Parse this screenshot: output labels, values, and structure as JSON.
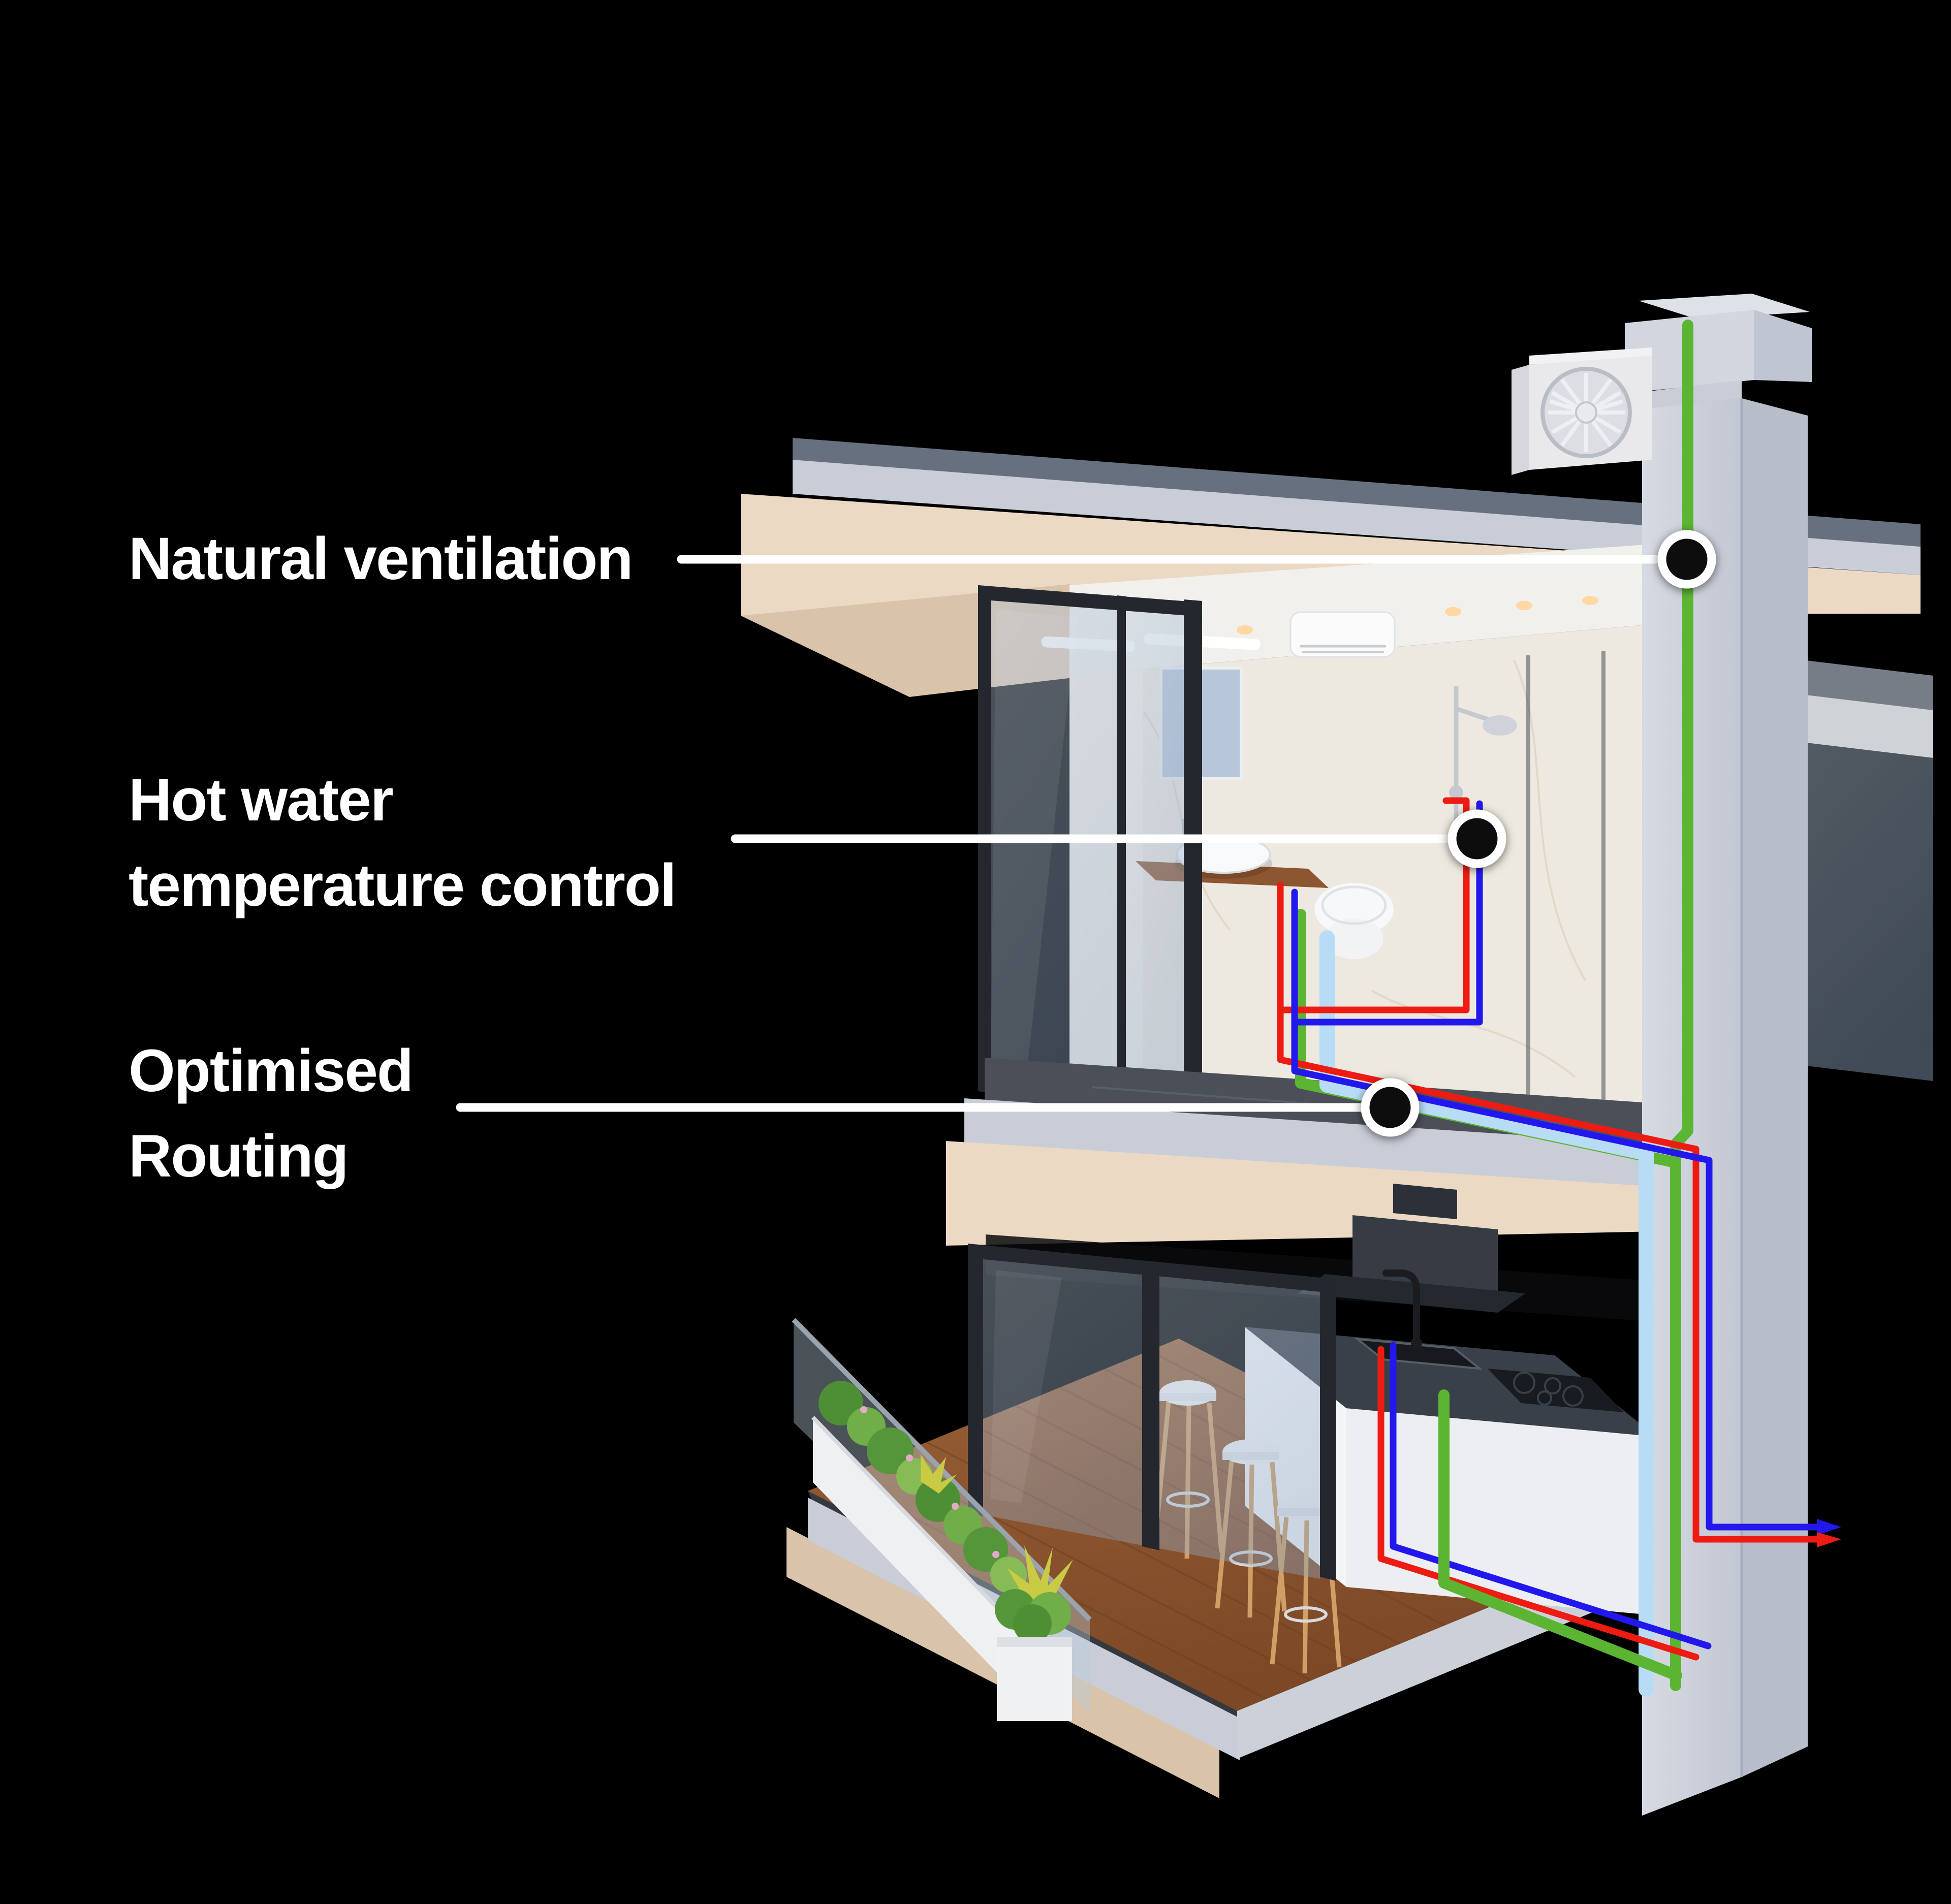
{
  "figure": {
    "alt": "Cutaway 3D rendering of a two-storey building on a black background showing an upstairs bathroom, a downstairs kitchen with balcony, a rooftop AC condenser unit and coloured service pipes (green, red, blue, light blue) routed through a concrete service column."
  },
  "annotations": [
    {
      "id": "natural-ventilation",
      "lines": [
        "Natural ventilation"
      ]
    },
    {
      "id": "hot-water-temperature-control",
      "lines": [
        "Hot water",
        "temperature control"
      ]
    },
    {
      "id": "optimised-routing",
      "lines": [
        "Optimised",
        "Routing"
      ]
    }
  ],
  "icons": [
    {
      "name": "fan-icon",
      "meaning": "outdoor AC condenser fan"
    },
    {
      "name": "callout-dot",
      "meaning": "hotspot marker"
    }
  ],
  "colors": {
    "background": "#000000",
    "label_text": "#ffffff",
    "callout_line": "#ffffff",
    "dot_fill": "#0c0c0c",
    "dot_ring": "#ffffff",
    "pipe_green": "#5cb532",
    "pipe_red": "#ee1b12",
    "pipe_blue": "#2218ee",
    "pipe_drain": "#b8dcf6",
    "concrete": "#c9cdd8",
    "concrete_side": "#b5bbc8",
    "concrete_dark": "#67707f",
    "cream": "#ecd9c4",
    "cream_dark": "#d9c3ab",
    "marble": "#eee9e0",
    "marble_light": "#f5f0e9",
    "glass": "#8fa6c2",
    "frame": "#24272d",
    "wood": "#8d5530",
    "wood_light": "#a86c3e",
    "island_top": "#394049",
    "white_fix": "#f4f6f8",
    "steel": "#c6cad1",
    "plant": "#55963a",
    "plant2": "#79b14c",
    "plant_yellow": "#c9cb45"
  }
}
